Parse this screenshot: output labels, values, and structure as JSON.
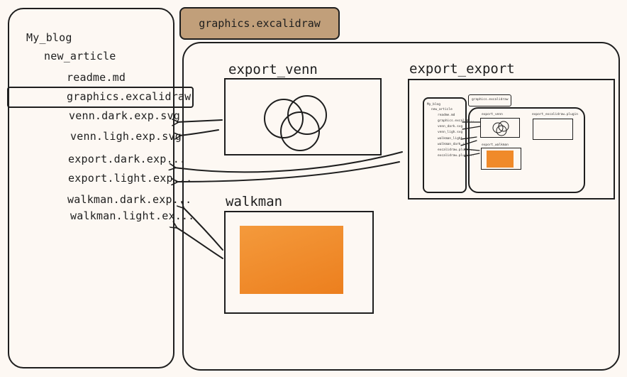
{
  "sidebar": {
    "items": [
      {
        "label": "My_blog"
      },
      {
        "label": "new_article"
      },
      {
        "label": "readme.md"
      },
      {
        "label": "graphics.excalidraw"
      },
      {
        "label": "venn.dark.exp.svg"
      },
      {
        "label": "venn.ligh.exp.svg"
      },
      {
        "label": "export.dark.exp..."
      },
      {
        "label": "export.light.exp..."
      },
      {
        "label": "walkman.dark.exp..."
      },
      {
        "label": "walkman.light.ex..."
      }
    ]
  },
  "tab": {
    "label": "graphics.excalidraw"
  },
  "frames": {
    "venn": {
      "title": "export_venn"
    },
    "export": {
      "title": "export_export",
      "mini_tab": "graphics.excalidraw",
      "mini_items": [
        "My_blog",
        "new_article",
        "readme.md",
        "graphics.excalid...",
        "venn_dark.svg",
        "venn_ligh.svg",
        "walkman_light...",
        "walkman_dark.s...",
        "excalidraw.plugi...",
        "excalidraw.plugi..."
      ],
      "mini_venn": "export_venn",
      "mini_plugin": "export_excalidraw.plugin",
      "mini_walkman": "export_walkman"
    },
    "walkman": {
      "title": "walkman"
    }
  },
  "colors": {
    "background": "#fdf8f3",
    "tab_fill": "#c19f7a",
    "walkman_orange": "#f08a2a",
    "stroke": "#1e1e1e"
  }
}
